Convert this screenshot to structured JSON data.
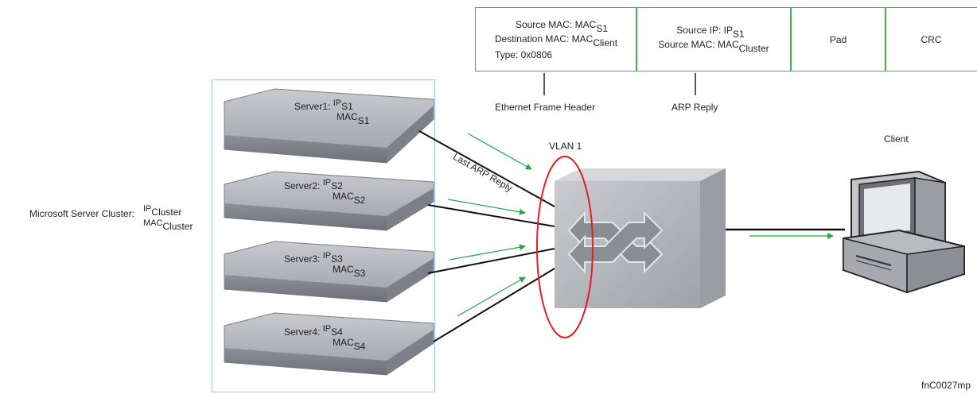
{
  "frame": {
    "ethernet": {
      "line1_prefix": "Source MAC:",
      "line1_base": "MAC",
      "line1_sub": "S1",
      "line2_prefix": "Destination MAC:",
      "line2_base": "MAC",
      "line2_sub": "Client",
      "line3": "Type: 0x0806"
    },
    "arp": {
      "line1_prefix": "Source IP:",
      "line1_base": "IP",
      "line1_sub": "S1",
      "line2_prefix": "Source MAC:",
      "line2_base": "MAC",
      "line2_sub": "Cluster"
    },
    "pad": "Pad",
    "crc": "CRC",
    "ethernet_caption": "Ethernet Frame Header",
    "arp_caption": "ARP Reply"
  },
  "cluster": {
    "label": "Microsoft Server Cluster:",
    "ip_base": "IP",
    "ip_sub": "Cluster",
    "mac_base": "MAC",
    "mac_sub": "Cluster"
  },
  "servers": [
    {
      "name": "Server1:",
      "ip_base": "IP",
      "ip_sub": "S1",
      "mac_base": "MAC",
      "mac_sub": "S1"
    },
    {
      "name": "Server2:",
      "ip_base": "IP",
      "ip_sub": "S2",
      "mac_base": "MAC",
      "mac_sub": "S2"
    },
    {
      "name": "Server3:",
      "ip_base": "IP",
      "ip_sub": "S3",
      "mac_base": "MAC",
      "mac_sub": "S3"
    },
    {
      "name": "Server4:",
      "ip_base": "IP",
      "ip_sub": "S4",
      "mac_base": "MAC",
      "mac_sub": "S4"
    }
  ],
  "vlan_label": "VLAN 1",
  "last_arp_label": "Last ARP Reply",
  "client_label": "Client",
  "figure_id": "fnC0027mp",
  "colors": {
    "frame_border": "#3cb44b",
    "arrow": "#1faa4a",
    "vlan_ellipse": "#e31e24",
    "cluster_box": "#9ec6e6"
  }
}
